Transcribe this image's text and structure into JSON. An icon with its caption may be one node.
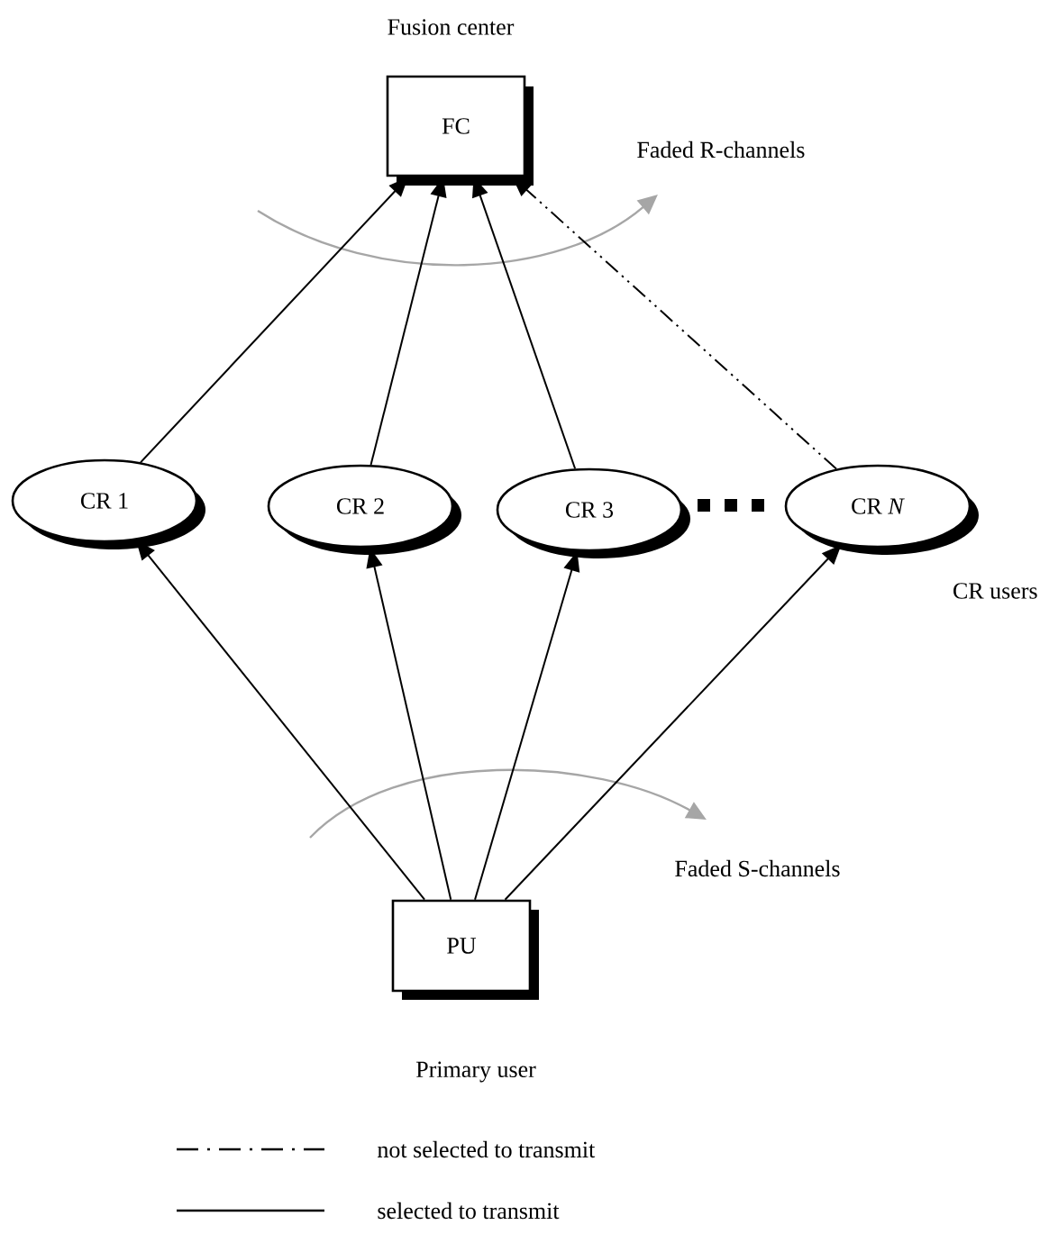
{
  "diagram": {
    "nodes": [
      {
        "text": [
          "FC"
        ],
        "beside": [
          "Fusion center"
        ]
      },
      {
        "text": [
          "CR 1"
        ]
      },
      {
        "text": [
          "CR 2"
        ]
      },
      {
        "text": [
          "CR 3"
        ]
      },
      {
        "text": [
          "CR *N*"
        ]
      },
      {
        "text": [
          "PU"
        ],
        "beside": [
          "Primary user"
        ]
      }
    ],
    "edges": [
      {
        "from": 1,
        "to": 0,
        "arrow": "to"
      },
      {
        "from": 2,
        "to": 0,
        "arrow": "to"
      },
      {
        "from": 3,
        "to": 0,
        "arrow": "to"
      },
      {
        "from": 4,
        "to": 0,
        "arrow": "to",
        "style": "dashed"
      },
      {
        "from": 5,
        "to": 1,
        "arrow": "to"
      },
      {
        "from": 5,
        "to": 2,
        "arrow": "to"
      },
      {
        "from": 5,
        "to": 3,
        "arrow": "to"
      },
      {
        "from": 5,
        "to": 4,
        "arrow": "to"
      }
    ],
    "labels": [
      "Faded R-channels",
      "CR users",
      "Faded S-channels"
    ],
    "legend": [
      {
        "text": "not selected  to transmit"
      },
      {
        "text": "selected  to transmit"
      }
    ]
  }
}
